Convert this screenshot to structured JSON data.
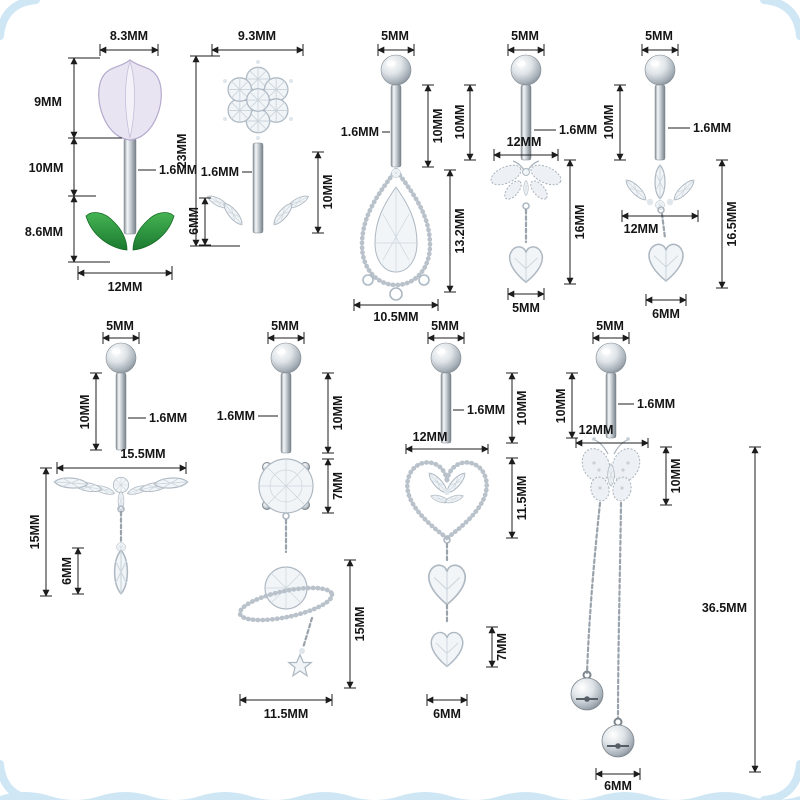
{
  "colors": {
    "background": "#ffffff",
    "frame_blue": "#cfe7f4",
    "dimension_line": "#1c1c1c",
    "silver_light": "#f4f7f9",
    "silver_dark": "#767f86",
    "crystal_fill": "#f1f5f8",
    "crystal_edge": "#aeb8c2",
    "leaf_green": "#45b353",
    "petal_lavender": "#e9e4f2"
  },
  "items": [
    {
      "name": "tulip-flower-ring",
      "m": {
        "top_width": "8.3MM",
        "flower_height": "9MM",
        "stem_height": "10MM",
        "leaf_height": "8.6MM",
        "bar_gauge": "1.6MM",
        "bottom_width": "12MM"
      }
    },
    {
      "name": "crystal-flower-ring",
      "m": {
        "top_width": "9.3MM",
        "total_height": "23MM",
        "bar_gauge": "1.6MM",
        "lower_height": "10MM",
        "leaf_height": "6MM"
      }
    },
    {
      "name": "teardrop-dangle-ring",
      "m": {
        "ball_width": "5MM",
        "bar_gauge": "1.6MM",
        "bar_length": "10MM",
        "pendant_height": "13.2MM",
        "pendant_width": "10.5MM"
      }
    },
    {
      "name": "dragonfly-heart-dangle-ring",
      "m": {
        "ball_width": "5MM",
        "bar_length": "10MM",
        "bar_gauge": "1.6MM",
        "wing_width": "12MM",
        "dangle_height": "16MM",
        "heart_width": "5MM"
      }
    },
    {
      "name": "lotus-leaf-heart-dangle-ring",
      "m": {
        "ball_width": "5MM",
        "bar_length": "10MM",
        "bar_gauge": "1.6MM",
        "leaf_width": "12MM",
        "dangle_height": "16.5MM",
        "heart_width": "6MM"
      }
    },
    {
      "name": "angel-wings-dangle-ring",
      "m": {
        "ball_width": "5MM",
        "bar_length": "10MM",
        "bar_gauge": "1.6MM",
        "wing_width": "15.5MM",
        "dangle_height": "15MM",
        "marquise_height": "6MM"
      }
    },
    {
      "name": "round-cz-planet-star-ring",
      "m": {
        "ball_width": "5MM",
        "bar_gauge": "1.6MM",
        "bar_length": "10MM",
        "stone_height": "7MM",
        "dangle_height": "15MM",
        "dangle_width": "11.5MM"
      }
    },
    {
      "name": "heart-butterfly-dangle-ring",
      "m": {
        "ball_width": "5MM",
        "bar_gauge": "1.6MM",
        "bar_length": "10MM",
        "heart_width": "12MM",
        "heart_height": "11.5MM",
        "small_heart_height": "7MM",
        "small_heart_width": "6MM"
      }
    },
    {
      "name": "butterfly-chain-bells-ring",
      "m": {
        "ball_width": "5MM",
        "bar_gauge": "1.6MM",
        "wing_width": "12MM",
        "bar_length": "10MM",
        "butterfly_height": "10MM",
        "chain_length": "36.5MM",
        "bell_width": "6MM"
      }
    }
  ]
}
